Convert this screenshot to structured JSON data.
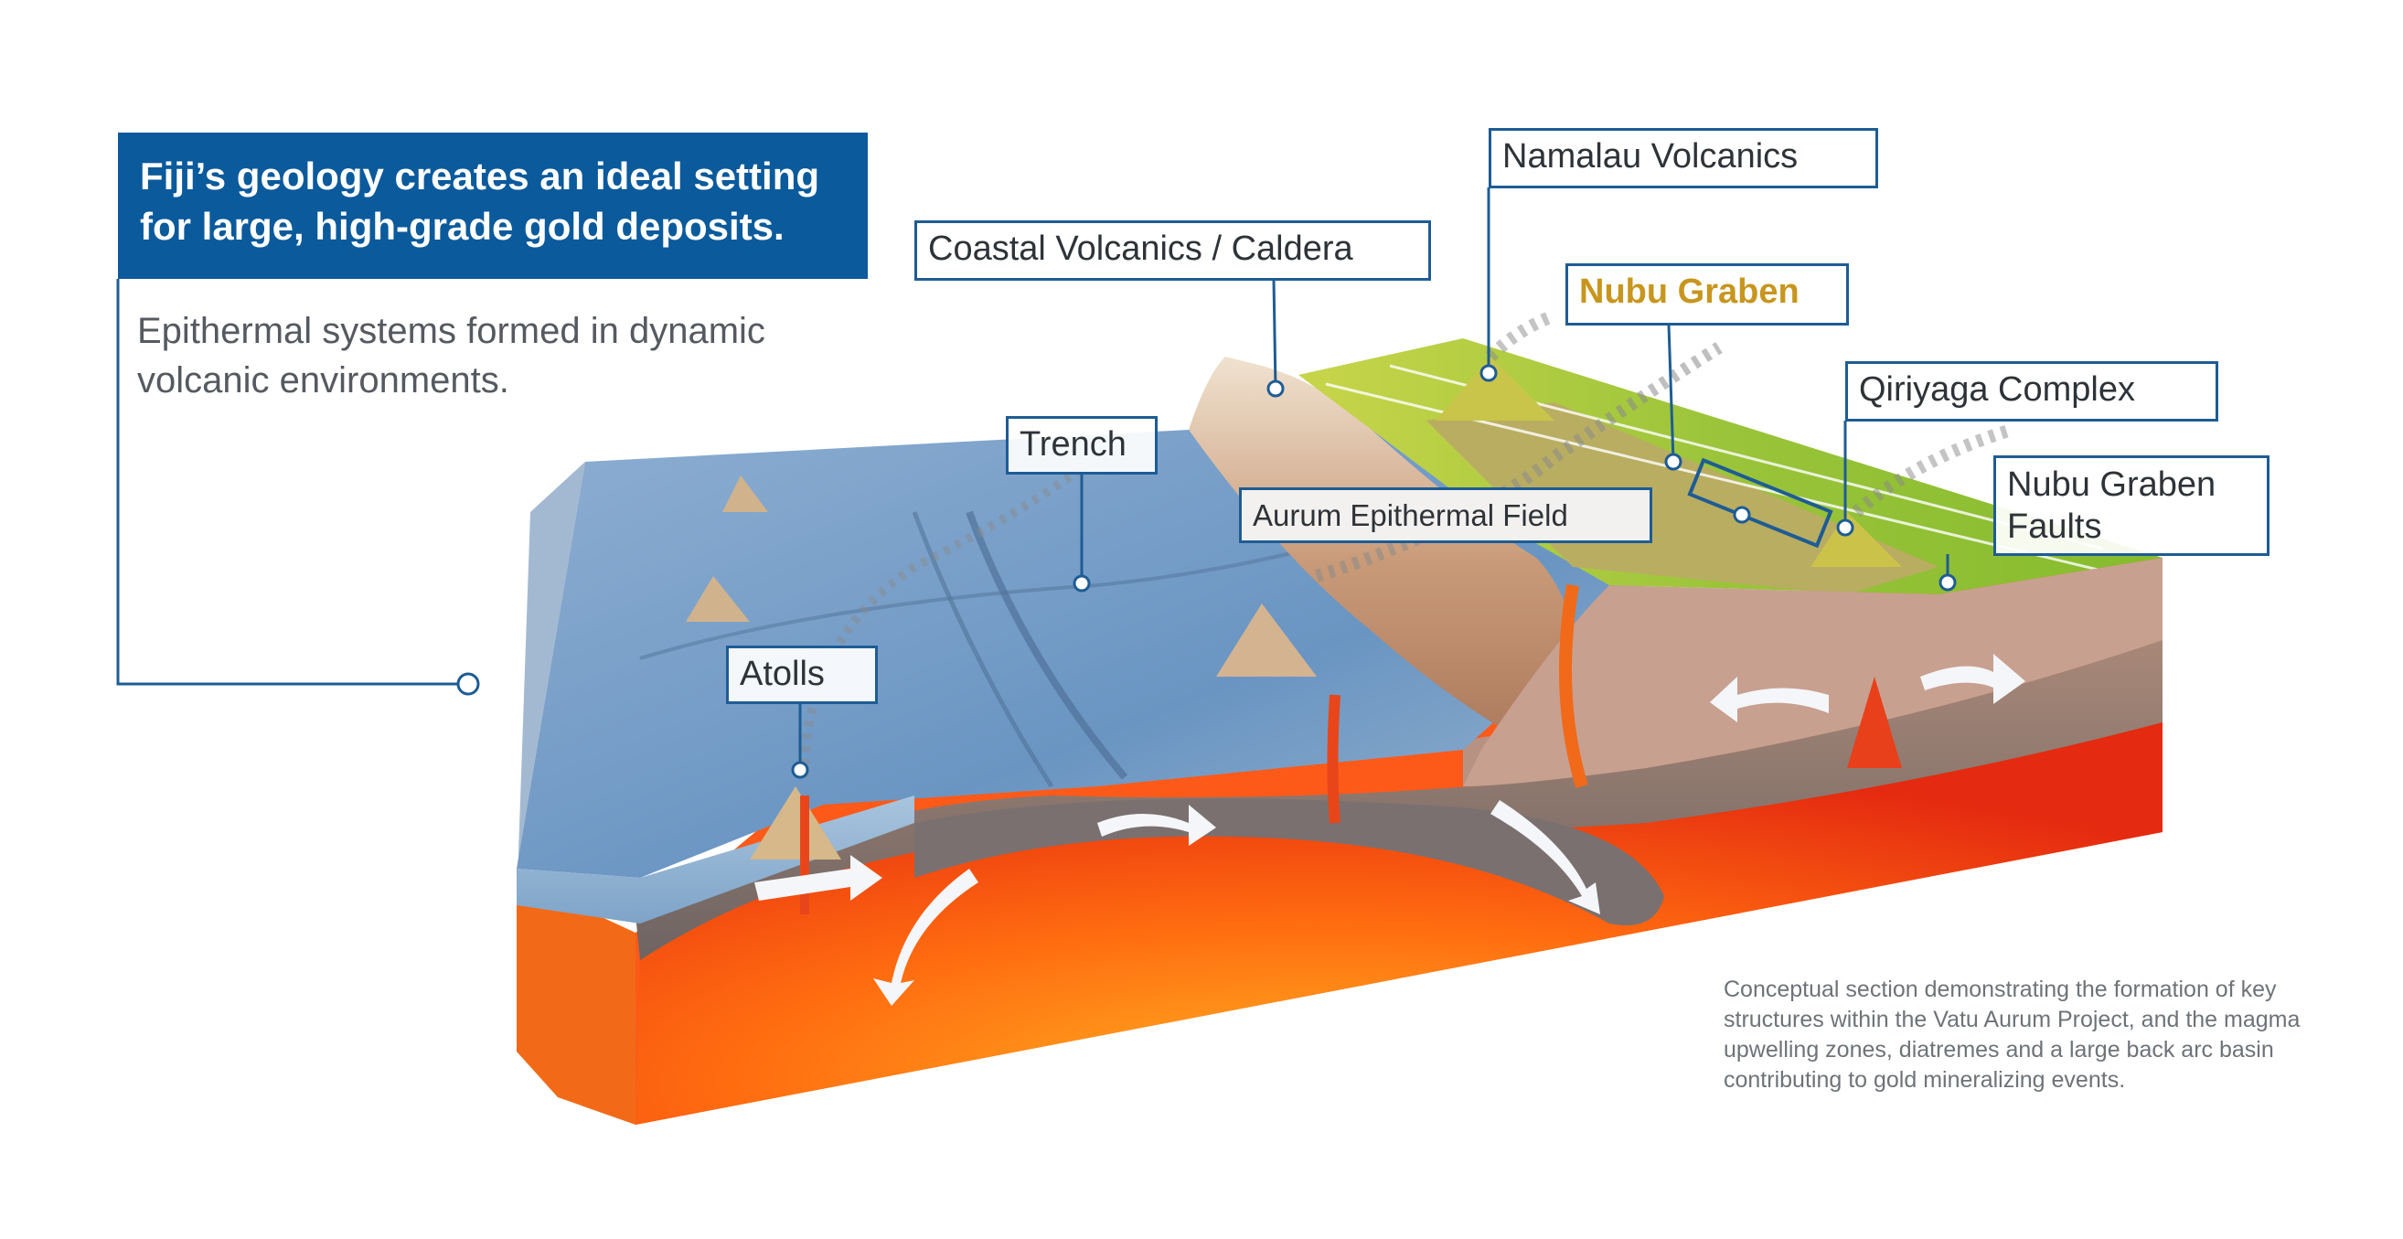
{
  "headline": "Fiji’s geology creates an ideal setting for large, high-grade gold deposits.",
  "subtext": "Epithermal systems formed in dynamic volcanic environments.",
  "caption": "Conceptual section demonstrating the formation of key structures within the Vatu Aurum Project, and the magma upwelling zones, diatremes and a large back arc basin contributing to gold mineralizing events.",
  "labels": {
    "namalau": "Namalau Volcanics",
    "coastal": "Coastal Volcanics / Caldera",
    "nubu_graben": "Nubu Graben",
    "qiriyaga": "Qiriyaga Complex",
    "trench": "Trench",
    "aurum": "Aurum Epithermal Field",
    "nubu_faults": "Nubu Graben Faults",
    "atolls": "Atolls"
  },
  "colors": {
    "brand_blue": "#0b5a9c",
    "label_border": "#1e5c94",
    "highlight_gold": "#c8961e",
    "ocean": "#6f98c4",
    "magma": "#f04a14",
    "land_green": "#8fc134"
  }
}
